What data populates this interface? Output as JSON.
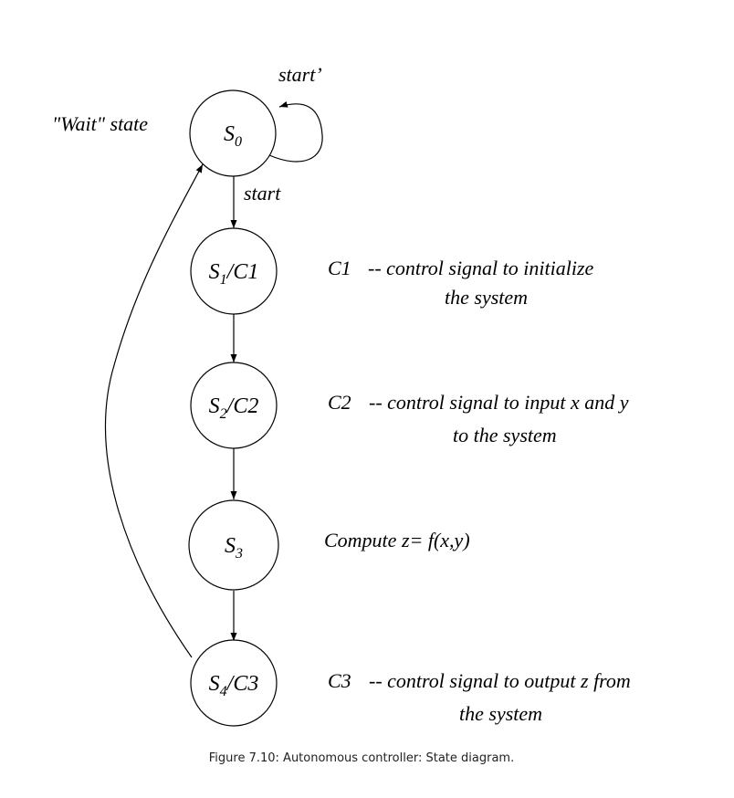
{
  "states": [
    {
      "id": "s0",
      "main": "S",
      "sub": "0",
      "suffix": ""
    },
    {
      "id": "s1",
      "main": "S",
      "sub": "1",
      "suffix": "/C1"
    },
    {
      "id": "s2",
      "main": "S",
      "sub": "2",
      "suffix": "/C2"
    },
    {
      "id": "s3",
      "main": "S",
      "sub": "3",
      "suffix": ""
    },
    {
      "id": "s4",
      "main": "S",
      "sub": "4",
      "suffix": "/C3"
    }
  ],
  "edge_labels": {
    "self_loop": "start’",
    "s0_to_s1": "start"
  },
  "wait_label": "\"Wait\" state",
  "notes": {
    "c1_code": "C1",
    "c1_line1": "--  control signal to initialize",
    "c1_line2": "the system",
    "c2_code": "C2",
    "c2_line1": "-- control signal to input x and y",
    "c2_line2": "to the system",
    "compute": "Compute z= f(x,y)",
    "c3_code": "C3",
    "c3_line1": "-- control signal to output z from",
    "c3_line2": "the system"
  },
  "caption": "Figure 7.10: Autonomous controller: State diagram."
}
